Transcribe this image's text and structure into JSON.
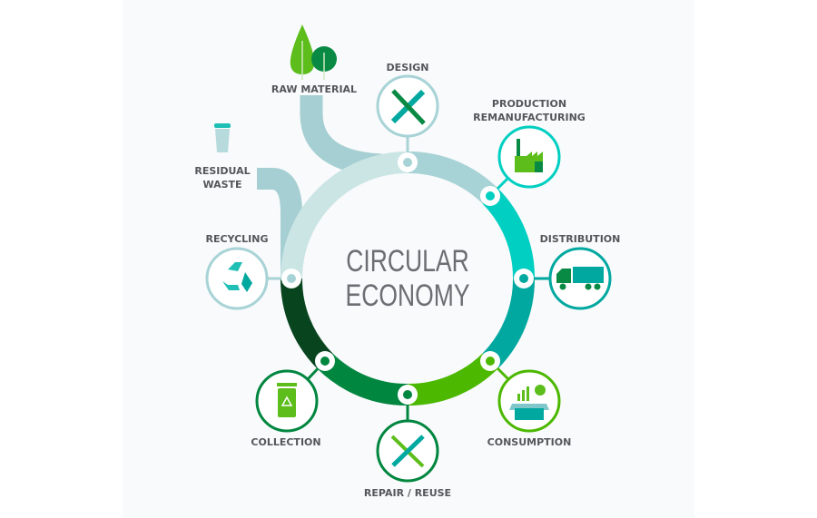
{
  "title": {
    "line1": "CIRCULAR",
    "line2": "ECONOMY"
  },
  "stages": [
    {
      "id": "raw-material",
      "label": "RAW MATERIAL",
      "icon": "trees-icon"
    },
    {
      "id": "design",
      "label": "DESIGN",
      "icon": "pen-ruler-icon",
      "color": "#a8d3d6"
    },
    {
      "id": "production",
      "label_line1": "PRODUCTION",
      "label_line2": "REMANUFACTURING",
      "icon": "factory-icon",
      "color": "#00cfc1"
    },
    {
      "id": "distribution",
      "label": "DISTRIBUTION",
      "icon": "truck-icon",
      "color": "#00a8a0"
    },
    {
      "id": "consumption",
      "label": "CONSUMPTION",
      "icon": "box-chart-icon",
      "color": "#4cb800"
    },
    {
      "id": "repair",
      "label": "REPAIR / REUSE",
      "icon": "wrench-screwdriver-icon",
      "color": "#00863f"
    },
    {
      "id": "collection",
      "label": "COLLECTION",
      "icon": "recycle-bin-icon",
      "color": "#08451f"
    },
    {
      "id": "recycling",
      "label": "RECYCLING",
      "icon": "recycle-icon",
      "color": "#a8d3d6"
    },
    {
      "id": "residual",
      "label_line1": "RESIDUAL",
      "label_line2": "WASTE",
      "icon": "trash-can-icon"
    }
  ]
}
